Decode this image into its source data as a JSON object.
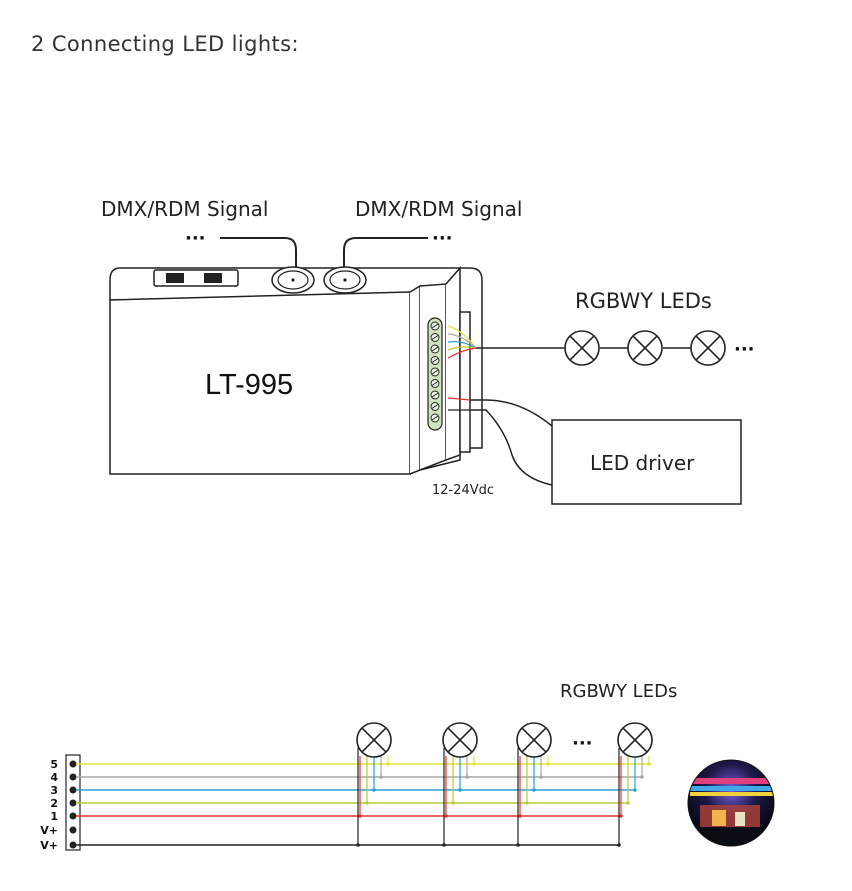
{
  "title": "2 Connecting LED lights:",
  "top_diagram": {
    "signal_in_label": "DMX/RDM Signal",
    "signal_out_label": "DMX/RDM Signal",
    "device_label": "LT-995",
    "leds_label": "RGBWY LEDs",
    "driver_label": "LED driver",
    "voltage_label": "12-24Vdc",
    "ellipsis": "···"
  },
  "bottom_diagram": {
    "leds_label": "RGBWY LEDs",
    "ellipsis": "···",
    "terminals": [
      "5",
      "4",
      "3",
      "2",
      "1",
      "V+",
      "V+"
    ]
  },
  "colors": {
    "ch5": "#e8e23a",
    "ch4": "#a8a8a8",
    "ch3": "#2b9fd8",
    "ch2": "#b8cc3a",
    "ch1": "#e8332b",
    "vplus": "#222222"
  }
}
